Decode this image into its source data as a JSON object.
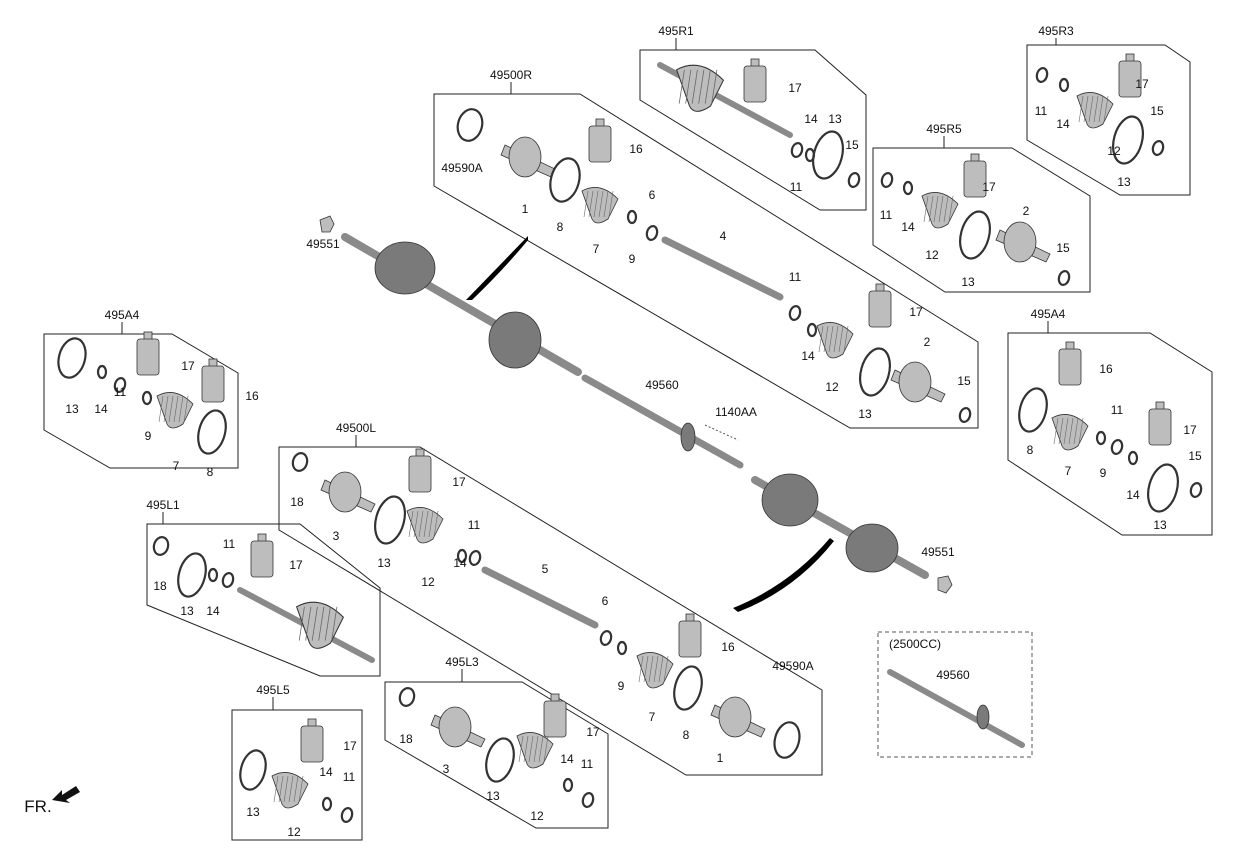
{
  "diagram": {
    "fr_label": "FR.",
    "standalone_labels": [
      "49551",
      "49560",
      "1140AA",
      "49551"
    ],
    "groups": [
      {
        "id": "49500R",
        "label": "49500R",
        "parts": [
          "49590A",
          "1",
          "8",
          "16",
          "7",
          "9",
          "6",
          "4",
          "11",
          "17",
          "14",
          "12",
          "2",
          "13",
          "15"
        ]
      },
      {
        "id": "495R1",
        "label": "495R1",
        "parts": [
          "17",
          "14",
          "13",
          "15",
          "11"
        ]
      },
      {
        "id": "495R3",
        "label": "495R3",
        "parts": [
          "17",
          "11",
          "14",
          "15",
          "12",
          "13"
        ]
      },
      {
        "id": "495R5",
        "label": "495R5",
        "parts": [
          "17",
          "11",
          "14",
          "2",
          "12",
          "15",
          "13"
        ]
      },
      {
        "id": "495A4-left",
        "label": "495A4",
        "parts": [
          "13",
          "14",
          "11",
          "17",
          "16",
          "9",
          "7",
          "8"
        ]
      },
      {
        "id": "495A4-right",
        "label": "495A4",
        "parts": [
          "16",
          "8",
          "11",
          "7",
          "9",
          "17",
          "14",
          "15",
          "13"
        ]
      },
      {
        "id": "49500L",
        "label": "49500L",
        "parts": [
          "18",
          "17",
          "3",
          "13",
          "11",
          "12",
          "14",
          "5",
          "6",
          "16",
          "9",
          "7",
          "8",
          "49590A",
          "1"
        ]
      },
      {
        "id": "495L1",
        "label": "495L1",
        "parts": [
          "11",
          "17",
          "18",
          "13",
          "14"
        ]
      },
      {
        "id": "495L3",
        "label": "495L3",
        "parts": [
          "17",
          "18",
          "14",
          "11",
          "3",
          "13",
          "12"
        ]
      },
      {
        "id": "495L5",
        "label": "495L5",
        "parts": [
          "17",
          "14",
          "11",
          "13",
          "12"
        ]
      },
      {
        "id": "2500CC",
        "label": "(2500CC)",
        "parts": [
          "49560"
        ]
      }
    ]
  }
}
